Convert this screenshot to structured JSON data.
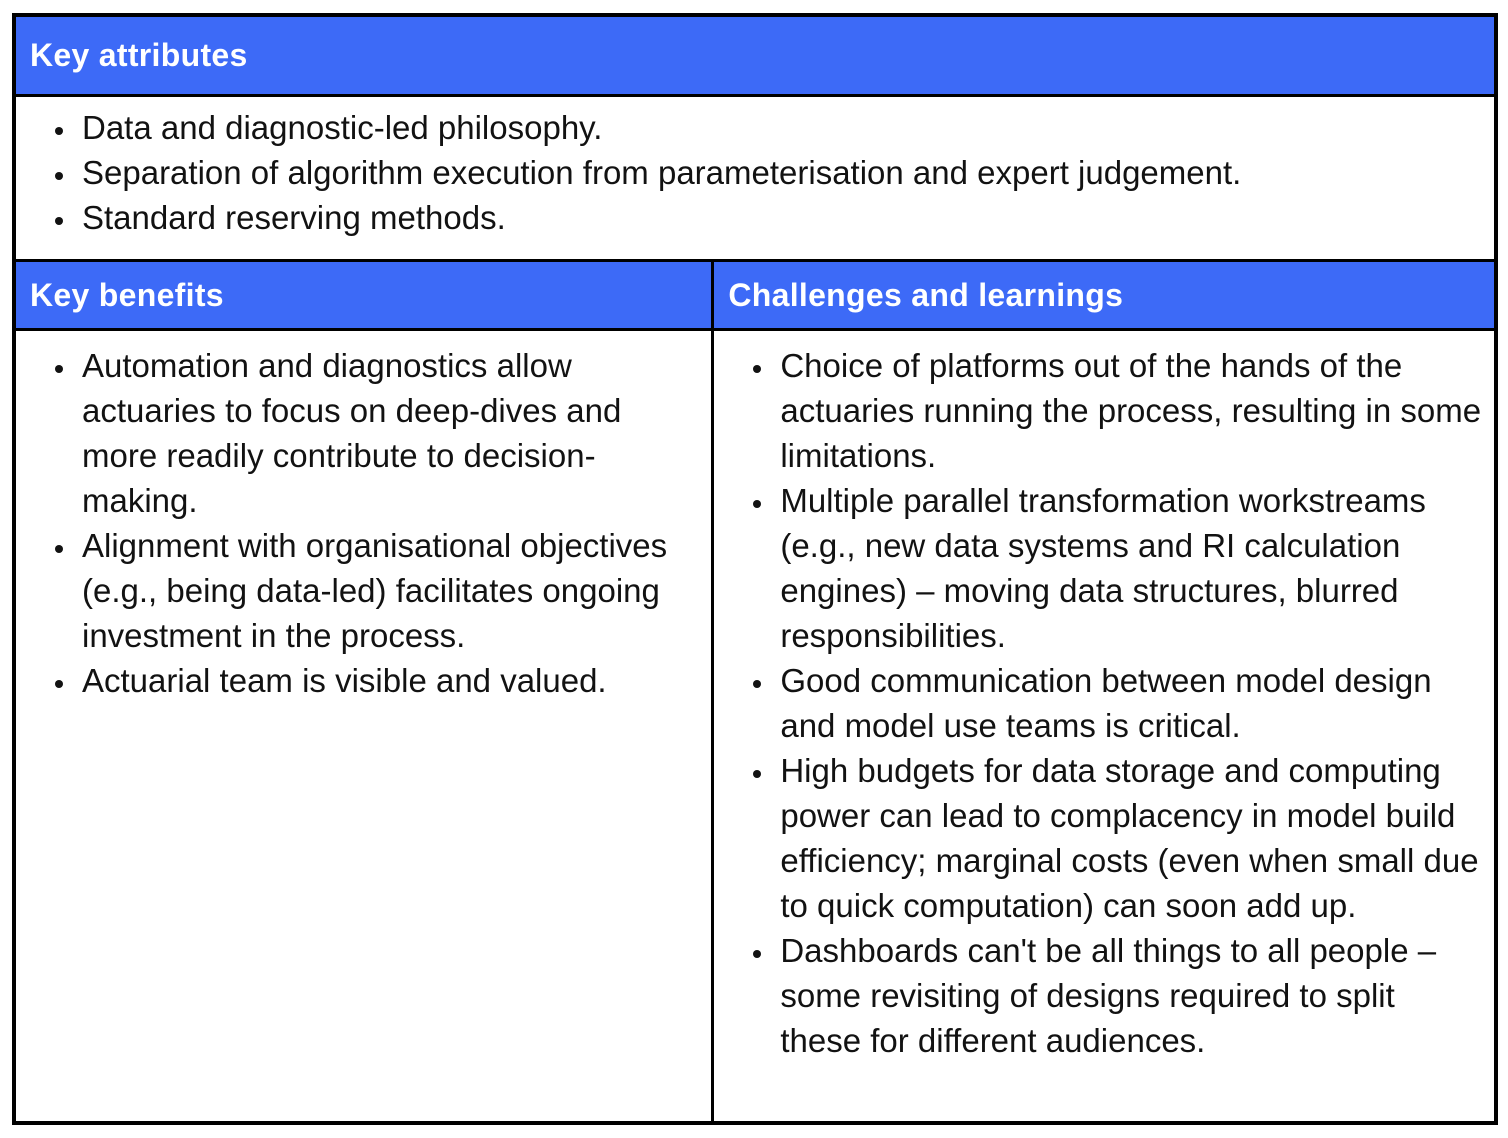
{
  "colors": {
    "header_bg": "#3d6af7",
    "header_text": "#ffffff",
    "body_text": "#121212",
    "border": "#000000",
    "page_bg": "#ffffff"
  },
  "table": {
    "attributes": {
      "header": "Key attributes",
      "items": [
        "Data and diagnostic-led philosophy.",
        "Separation of algorithm execution from parameterisation and expert judgement.",
        "Standard reserving methods."
      ]
    },
    "benefits": {
      "header": "Key benefits",
      "items": [
        "Automation and diagnostics allow actuaries to focus on deep-dives and more readily contribute to decision-making.",
        "Alignment with organisational objectives (e.g., being data-led) facilitates ongoing investment in the process.",
        "Actuarial team is visible and valued."
      ]
    },
    "challenges": {
      "header": "Challenges and learnings",
      "items": [
        "Choice of platforms out of the hands of the actuaries running the process, resulting in some limitations.",
        "Multiple parallel transformation workstreams (e.g., new data systems and RI calculation engines) – moving data structures, blurred responsibilities.",
        "Good communication between model design and model use teams is critical.",
        "High budgets for data storage and computing power can lead to complacency in model build efficiency; marginal costs (even when small due to quick computation) can soon add up.",
        "Dashboards can't be all things to all people – some revisiting of designs required to split these for different audiences."
      ]
    }
  }
}
